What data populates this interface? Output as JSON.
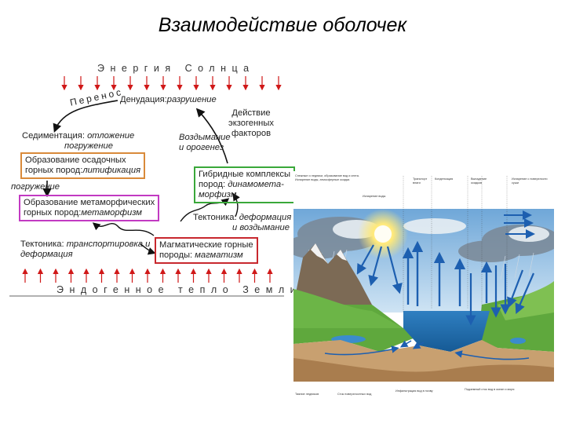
{
  "title": "Взаимодействие оболочек",
  "diagram": {
    "top_label": "Энергия Солнца",
    "bottom_label": "Эндогенное тепло Земли",
    "transfer": "Перенос",
    "denudation": {
      "term": "Денудация:",
      "italic": "разрушение"
    },
    "exogenous": [
      "Действие",
      "экзогенных",
      "факторов"
    ],
    "uplift": [
      "Воздымание",
      "и орогенез"
    ],
    "sedimentation": {
      "term": "Седиментация:",
      "italic": "отложение",
      "line2": "погружение"
    },
    "subsidence": "погружение",
    "sedimentary_box": {
      "line1": "Образование осадочных",
      "line2_prefix": "горных пород:",
      "line2_italic": "литификация",
      "color": "#d98a3a"
    },
    "hybrid_box": {
      "line1": "Гибридные комплексы",
      "line2_prefix": "пород:",
      "line2_italic": "динамомета-",
      "line3_italic": "морфизм",
      "color": "#3aa83a"
    },
    "metamorphic_box": {
      "line1": "Образование метаморфических",
      "line2_prefix": "горных пород:",
      "line2_italic": "метаморфизм",
      "color": "#c23ac2"
    },
    "tectonics_right": {
      "term": "Тектоника:",
      "italic": "деформация",
      "line2": "и воздымание"
    },
    "tectonics_left": {
      "term": "Тектоника:",
      "italic": "транспортировка и",
      "line2": "деформация"
    },
    "magmatic_box": {
      "line1": "Магматические горные",
      "line2_prefix": "породы:",
      "line2_italic": "магматизм",
      "color": "#c8282e"
    }
  },
  "illustration": {
    "top_captions": [
      "Снежные и ледники, образование вод и снега. Испарение воды, атмосферные осадки.",
      "Испарение воды",
      "Транспорт влаги",
      "Конденсация",
      "Выпадение осадков",
      "Испарение с поверхности суши"
    ],
    "bottom_captions": [
      "Таяние ледников",
      "Сток поверхностных вод",
      "Инфильтрация вод в почву",
      "Подземный сток вод в океан и моря"
    ]
  }
}
